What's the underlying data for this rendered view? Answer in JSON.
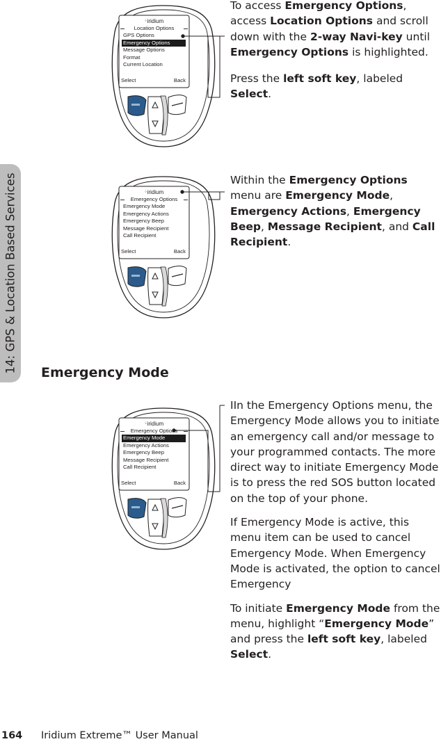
{
  "side_tab": {
    "label": "14: GPS & Location Based Services"
  },
  "section_heading": "Emergency Mode",
  "footer": {
    "page_number": "164",
    "manual_title": "Iridium Extreme™ User Manual"
  },
  "colors": {
    "soft_key_blue": "#2a5b8c",
    "highlight": "#1c1c1c",
    "callout_line": "#231f20",
    "side_tab": "#bdbdbd"
  },
  "phones": [
    {
      "logo": "iridium",
      "menu_title": "Location Options",
      "items": [
        "GPS Options",
        "Emergency Options",
        "Message Options",
        "Format",
        "Current Location"
      ],
      "selected_index": 1,
      "soft_left": "Select",
      "soft_right": "Back"
    },
    {
      "logo": "iridium",
      "menu_title": "Emergency Options",
      "items": [
        "Emergency Mode",
        "Emergency Actions",
        "Emergency Beep",
        "Message Recipient",
        "Call Recipient"
      ],
      "selected_index": -1,
      "soft_left": "Select",
      "soft_right": "Back"
    },
    {
      "logo": "iridium",
      "menu_title": "Emergency Options",
      "items": [
        "Emergency Mode",
        "Emergency Actions",
        "Emergency Beep",
        "Message Recipient",
        "Call Recipient"
      ],
      "selected_index": 0,
      "soft_left": "Select",
      "soft_right": "Back"
    }
  ],
  "texts": {
    "block1": {
      "p1": [
        "To access ",
        "Emergency Options",
        ", access ",
        "Location Options",
        " and scroll down with the ",
        "2-way Navi-key",
        " until ",
        "Emergency Options",
        " is highlighted."
      ],
      "p2": [
        "Press the ",
        "left soft key",
        ", labeled ",
        "Select",
        "."
      ]
    },
    "block2": {
      "p1": [
        "Within the ",
        "Emergency Options",
        " menu are ",
        "Emergency Mode",
        ", ",
        "Emergency Actions",
        ", ",
        "Emergency Beep",
        ", ",
        "Message Recipient",
        ", and ",
        "Call Recipient",
        "."
      ]
    },
    "block3": {
      "p1": "IIn the Emergency Options menu, the Emergency Mode allows you to initiate an emergency call and/or message to your programmed contacts. The more direct way to initiate Emergency Mode is to press the red SOS button located on the top of your phone.",
      "p2": "If Emergency Mode is active, this menu item can be used to cancel Emergency Mode. When Emergency Mode is activated, the option to cancel Emergency",
      "p3": [
        "To initiate ",
        "Emergency Mode",
        " from the menu, highlight “",
        "Emergency Mode",
        "” and press the ",
        "left soft key",
        ", labeled ",
        "Select",
        "."
      ]
    }
  }
}
